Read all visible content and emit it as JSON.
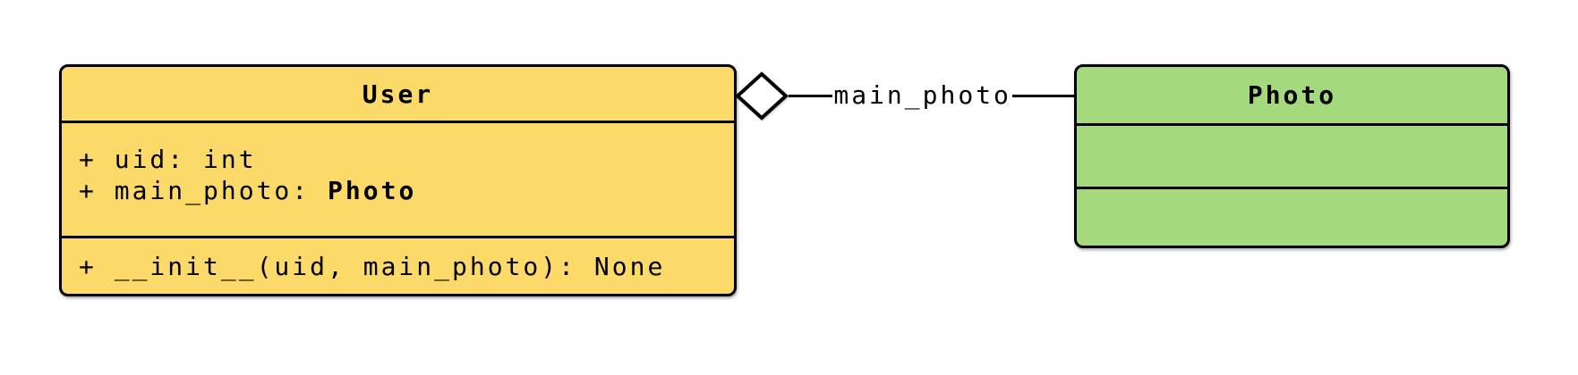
{
  "diagram": {
    "type": "uml-class-diagram",
    "background": "#FFFFFF"
  },
  "colors": {
    "user_fill": "#FBDA6A",
    "photo_fill": "#A5D97E",
    "border": "#000000",
    "diamond_fill": "#FFFFFF",
    "line": "#000000"
  },
  "classes": [
    {
      "name": "User",
      "attributes": [
        {
          "text": "+ uid: int",
          "bold_suffix": ""
        },
        {
          "text": "+ main_photo: ",
          "bold_suffix": "Photo"
        }
      ],
      "methods": [
        {
          "text": "+ __init__(uid, main_photo): None",
          "bold_suffix": ""
        }
      ]
    },
    {
      "name": "Photo",
      "attributes": [],
      "methods": []
    }
  ],
  "relation": {
    "kind": "aggregation",
    "from": "User",
    "to": "Photo",
    "label": "main_photo"
  }
}
